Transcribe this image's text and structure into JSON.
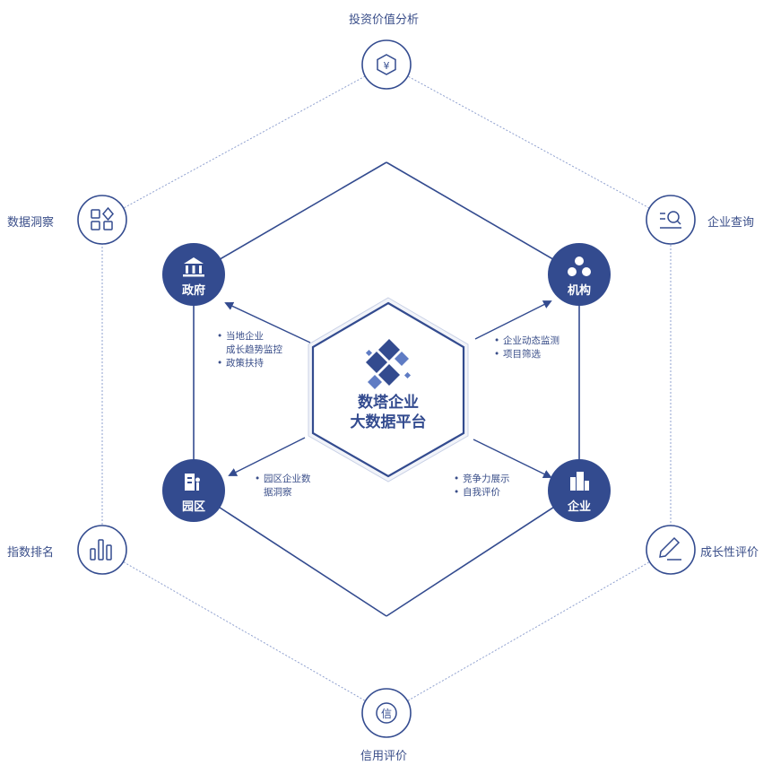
{
  "platform": {
    "line1": "数塔企业",
    "line2": "大数据平台"
  },
  "nodes": {
    "government": "政府",
    "institution": "机构",
    "park": "园区",
    "enterprise": "企业"
  },
  "outer": {
    "investment": "投资价值分析",
    "insight": "数据洞察",
    "query": "企业查询",
    "ranking": "指数排名",
    "growth": "成长性评价",
    "credit": "信用评价"
  },
  "bullets": {
    "government": [
      "当地企业",
      "成长趋势监控",
      "政策扶持"
    ],
    "institution": [
      "企业动态监测",
      "项目筛选"
    ],
    "park": [
      "园区企业数",
      "据洞察"
    ],
    "enterprise": [
      "竞争力展示",
      "自我评价"
    ]
  },
  "colors": {
    "primary": "#334b8f",
    "outline": "#5a6fb0",
    "dotted": "#8fa0cf"
  }
}
